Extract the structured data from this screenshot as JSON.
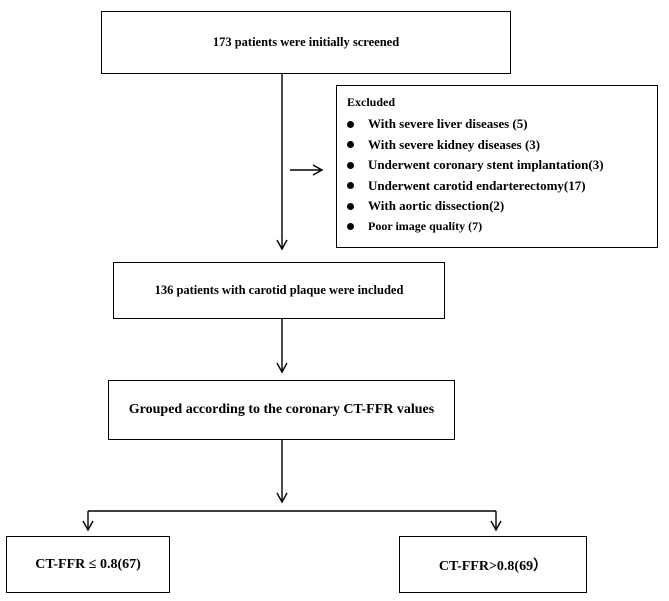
{
  "screened": "173 patients were initially screened",
  "excluded": {
    "title": "Excluded",
    "items": [
      "With severe liver diseases (5)",
      "With severe kidney diseases (3)",
      "Underwent coronary stent implantation(3)",
      "Underwent carotid endarterectomy(17)",
      "With aortic dissection(2)",
      "Poor image quality (7)"
    ]
  },
  "included": "136 patients with carotid plaque were included",
  "grouped": "Grouped according to the coronary CT-FFR values",
  "groups": {
    "left": "CT-FFR ≤ 0.8(67)",
    "right": "CT-FFR>0.8(69）"
  }
}
